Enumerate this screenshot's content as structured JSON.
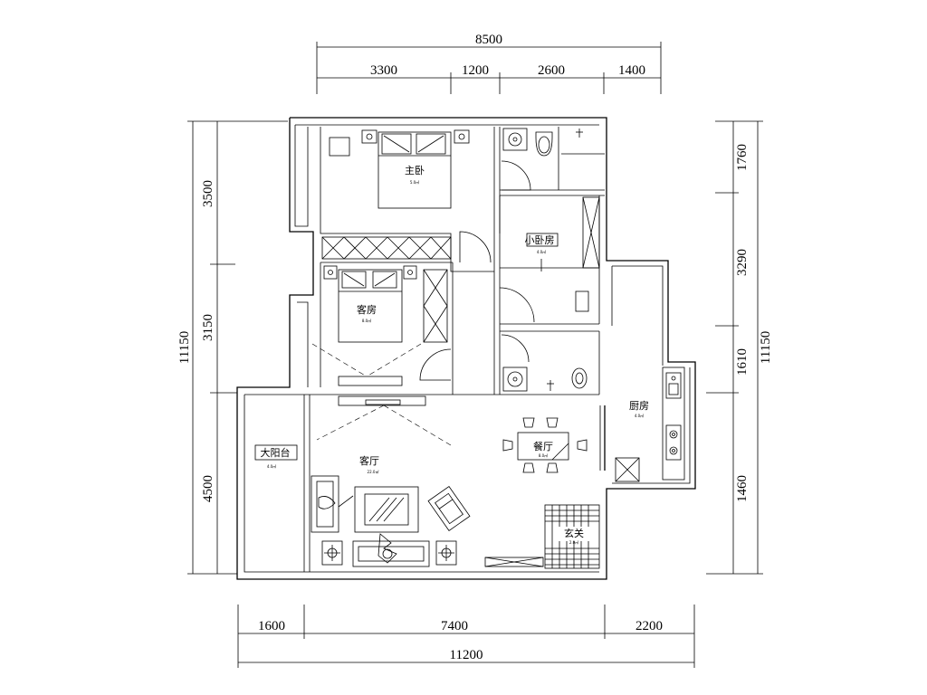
{
  "dimensions": {
    "top_total": "8500",
    "top_segments": [
      "3300",
      "1200",
      "2600",
      "1400"
    ],
    "bottom_total": "11200",
    "bottom_segments": [
      "1600",
      "7400",
      "2200"
    ],
    "left_total": "11150",
    "left_segments": [
      "3500",
      "3150",
      "4500"
    ],
    "right_total": "11150",
    "right_segments": [
      "1760",
      "3290",
      "1610",
      "1460"
    ]
  },
  "rooms": {
    "master_bedroom": {
      "name": "主卧",
      "sub": "5.0㎡"
    },
    "small_bedroom": {
      "name": "小卧房",
      "sub": "4.0㎡"
    },
    "guest_room": {
      "name": "客房",
      "sub": "8.0㎡"
    },
    "balcony": {
      "name": "大阳台",
      "sub": "4.0㎡"
    },
    "living_room": {
      "name": "客厅",
      "sub": "22.0㎡"
    },
    "dining_room": {
      "name": "餐厅",
      "sub": "8.0㎡"
    },
    "kitchen": {
      "name": "厨房",
      "sub": "4.0㎡"
    },
    "entrance": {
      "name": "玄关",
      "sub": "2.0㎡"
    }
  },
  "colors": {
    "line": "#000000",
    "background": "#ffffff"
  }
}
